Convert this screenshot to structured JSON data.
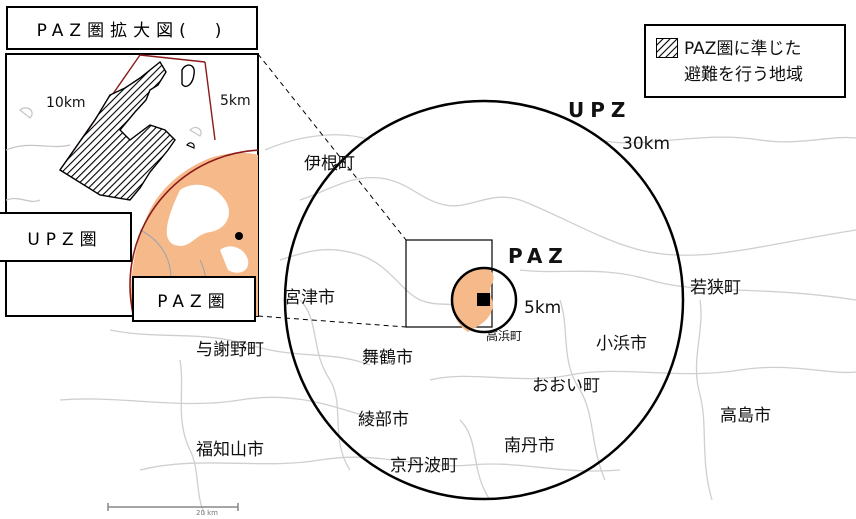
{
  "inset": {
    "title": "PAZ圏拡大図(　)",
    "label_10km": "10km",
    "label_5km": "5km"
  },
  "callouts": {
    "upz_zone": "UPZ圏",
    "paz_zone": "PAZ圏"
  },
  "legend": {
    "line1": "PAZ圏に準じた",
    "line2": "避難を行う地域"
  },
  "rings": {
    "upz_label": "UPZ",
    "upz_radius": "30km",
    "paz_label": "PAZ",
    "paz_radius": "5km"
  },
  "plant_town": "高浜町",
  "municipalities": {
    "ine": "伊根町",
    "miyazu": "宮津市",
    "yosano": "与謝野町",
    "maizuru": "舞鶴市",
    "ayabe": "綾部市",
    "fukuchiyama": "福知山市",
    "kyotamba": "京丹波町",
    "nantan": "南丹市",
    "ohi": "おおい町",
    "obama": "小浜市",
    "wakasa": "若狭町",
    "takashima": "高島市"
  },
  "scale_bar": "20 km",
  "colors": {
    "paz_fill": "#f6b98a",
    "map_line": "#c8c8c8",
    "ring": "#000000"
  }
}
